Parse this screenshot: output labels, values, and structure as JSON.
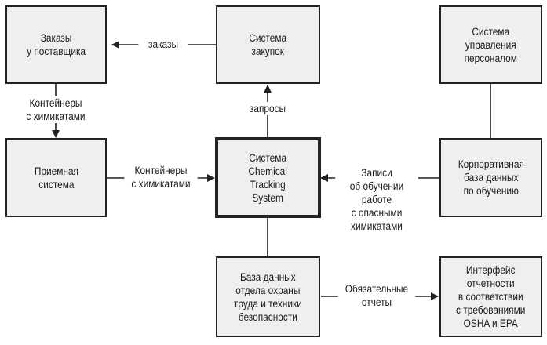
{
  "boxes": {
    "supplier_orders": "Заказы\nу поставщика",
    "purchasing_system": "Система\nзакупок",
    "hr_system": "Система\nуправления\nперсоналом",
    "receiving_system": "Приемная\nсистема",
    "chemical_tracking_system": "Система\nChemical\nTracking\nSystem",
    "training_database": "Корпоративная\nбаза данных\nпо обучению",
    "health_safety_database": "База данных\nотдела охраны\nтруда и техники\nбезопасности",
    "osha_epa_interface": "Интерфейс\nотчетности\nв соответствии\nс требованиями\nOSHA и EPA"
  },
  "flows": {
    "orders": "заказы",
    "chemical_containers_down": "Контейнеры\nс химикатами",
    "requests": "запросы",
    "chemical_containers_right": "Контейнеры\nс химикатами",
    "training_records": "Записи\nоб обучении\nработе\nс опасными\nхимикатами",
    "mandatory_reports": "Обязательные\nотчеты"
  },
  "colors": {
    "box_fill": "#efefef",
    "line": "#222222"
  }
}
